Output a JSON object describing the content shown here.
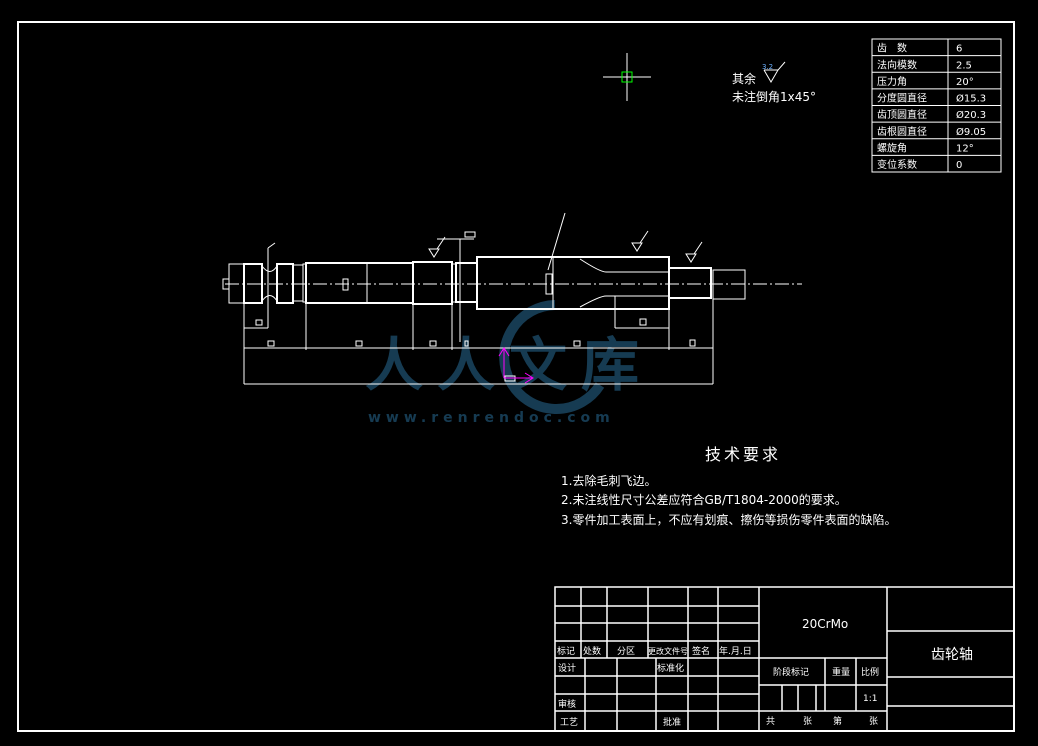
{
  "notes": {
    "roughness_prefix": "其余",
    "roughness_value": "3.2",
    "chamfer_note": "未注倒角1x45°"
  },
  "gear_params": [
    {
      "label": "齿　数",
      "value": "6"
    },
    {
      "label": "法向模数",
      "value": "2.5"
    },
    {
      "label": "压力角",
      "value": "20°"
    },
    {
      "label": "分度圆直径",
      "value": "Ø15.3"
    },
    {
      "label": "齿顶圆直径",
      "value": "Ø20.3"
    },
    {
      "label": "齿根圆直径",
      "value": "Ø9.05"
    },
    {
      "label": "螺旋角",
      "value": "12°"
    },
    {
      "label": "变位系数",
      "value": "0"
    }
  ],
  "tech_requirements": {
    "title": "技术要求",
    "items": [
      "1.去除毛刺飞边。",
      "2.未注线性尺寸公差应符合GB/T1804-2000的要求。",
      "3.零件加工表面上，不应有划痕、擦伤等损伤零件表面的缺陷。"
    ]
  },
  "watermark": {
    "text": "人人文库",
    "url": "www.renrendoc.com"
  },
  "title_block": {
    "material": "20CrMo",
    "part_name": "齿轮轴",
    "rev_headers": [
      "标记",
      "处数",
      "分区",
      "更改文件号",
      "签名",
      "年.月.日"
    ],
    "design": "设计",
    "standardize": "标准化",
    "review": "审核",
    "process": "工艺",
    "approve": "批准",
    "stage_mark": "阶段标记",
    "weight": "重量",
    "scale_label": "比例",
    "scale_value": "1:1",
    "total": "共",
    "sheets": "张",
    "page": "第",
    "sheets2": "张"
  },
  "colors": {
    "line": "#ffffff",
    "cursor": "#00ff00",
    "ucs": "#ff00ff",
    "watermark": "#1e4f6e"
  }
}
